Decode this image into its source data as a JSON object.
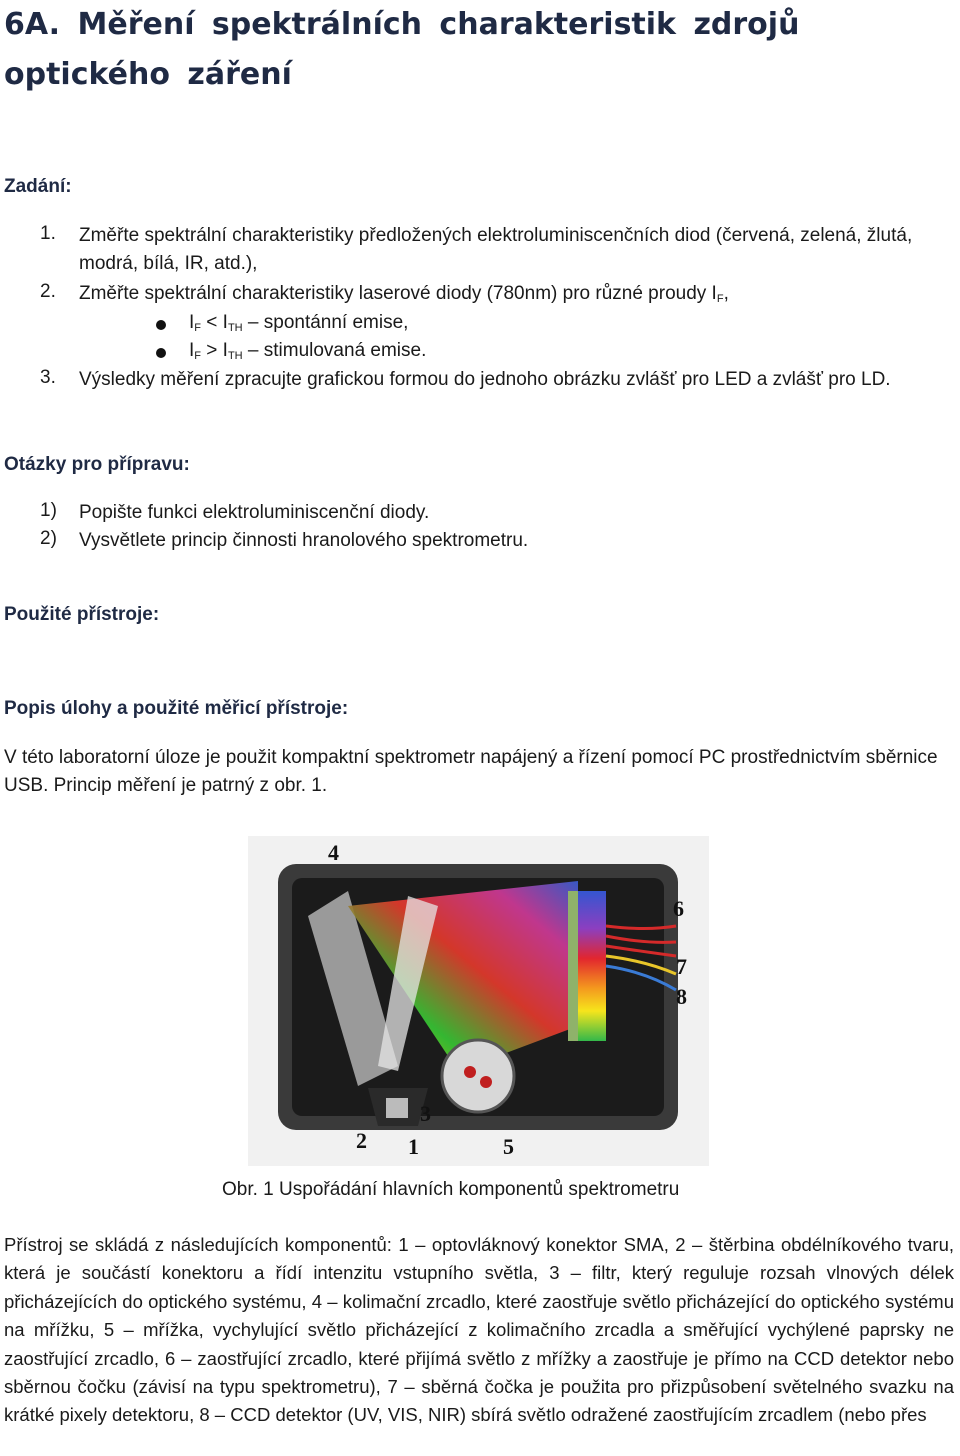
{
  "title": "6A. Měření spektrálních charakteristik zdrojů optického záření",
  "zadani": {
    "heading": "Zadání:",
    "items": [
      {
        "num": "1.",
        "text": "Změřte spektrální charakteristiky předložených elektroluminiscenčních diod (červená, zelená, žlutá, modrá, bílá, IR, atd.),"
      },
      {
        "num": "2.",
        "text": "Změřte spektrální charakteristiky laserové diody (780nm) pro různé proudy I",
        "sub": "F",
        "tail": ","
      },
      {
        "num": "3.",
        "text": "Výsledky měření zpracujte grafickou formou do jednoho obrázku zvlášť pro LED a zvlášť pro LD."
      }
    ],
    "bullets": [
      {
        "a": "I",
        "a_sub": "F",
        "op": " < I",
        "b_sub": "TH",
        "rest": " – spontánní emise,"
      },
      {
        "a": "I",
        "a_sub": "F",
        "op": " > I",
        "b_sub": "TH",
        "rest": " – stimulovaná emise."
      }
    ]
  },
  "otazky": {
    "heading": "Otázky pro přípravu:",
    "items": [
      {
        "num": "1)",
        "text": "Popište funkci elektroluminiscenční diody."
      },
      {
        "num": "2)",
        "text": "Vysvětlete princip činnosti hranolového spektrometru."
      }
    ]
  },
  "pristroje_heading": "Použité přístroje:",
  "popis": {
    "heading": "Popis úlohy a použité měřicí přístroje:",
    "text": "V této laboratorní úloze je použit kompaktní spektrometr napájený a řízení pomocí PC prostřednictvím sběrnice USB. Princip měření je patrný z obr. 1."
  },
  "figure": {
    "labels": [
      "4",
      "6",
      "7",
      "8",
      "3",
      "2",
      "1",
      "5"
    ],
    "caption": "Obr. 1 Uspořádání hlavních komponentů spektrometru"
  },
  "description": "Přístroj se skládá z následujících komponentů: 1 – optovláknový konektor SMA, 2 – štěrbina obdélníkového tvaru, která je součástí konektoru a řídí intenzitu vstupního světla, 3 – filtr, který reguluje rozsah vlnových délek přicházejících do optického systému, 4 – kolimační zrcadlo, které zaostřuje světlo přicházející do optického systému na mřížku, 5 – mřížka, vychylující světlo přicházející z kolimačního zrcadla a směřující vychýlené paprsky ne zaostřující zrcadlo, 6 – zaostřující zrcadlo, které přijímá světlo z mřížky a zaostřuje je přímo na CCD detektor nebo sběrnou čočku (závisí na typu spektrometru), 7 – sběrná čočka je použita pro přizpůsobení světelného svazku na krátké pixely detektoru, 8 – CCD detektor (UV, VIS, NIR) sbírá světlo odražené zaostřujícím zrcadlem (nebo přes"
}
